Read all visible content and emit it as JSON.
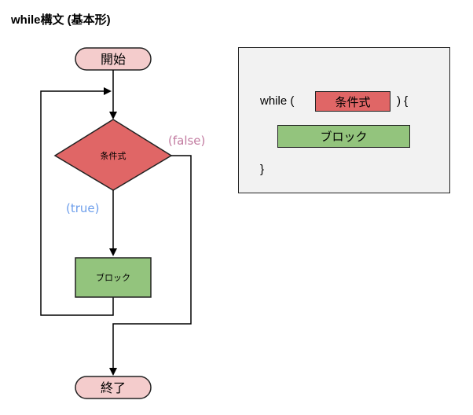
{
  "title": "while構文 (基本形)",
  "flowchart": {
    "start_label": "開始",
    "condition_label": "条件式",
    "false_label": "(false)",
    "true_label": "(true)",
    "block_label": "ブロック",
    "end_label": "終了"
  },
  "code": {
    "while_prefix": "while (",
    "condition_label": "条件式",
    "paren_brace": ") {",
    "block_label": "ブロック",
    "closing_brace": "}"
  },
  "colors": {
    "terminal_fill": "#f4cccc",
    "decision_fill": "#e06666",
    "process_fill": "#93c47d",
    "true_label": "#6d9eeb",
    "false_label": "#c27ba0",
    "panel_fill": "#f2f2f2"
  }
}
